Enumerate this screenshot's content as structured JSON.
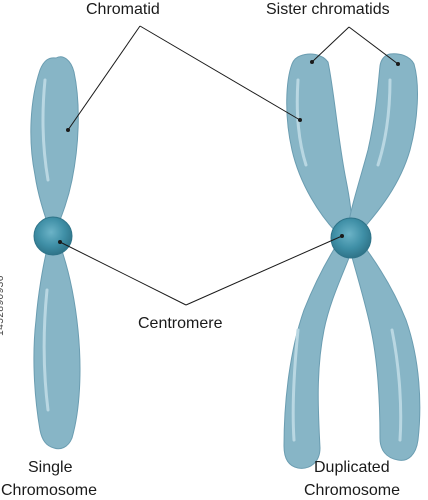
{
  "labels": {
    "chromatid": "Chromatid",
    "sister_chromatids": "Sister chromatids",
    "centromere": "Centromere",
    "single_line1": "Single",
    "single_line2": "Chromosome",
    "duplicated_line1": "Duplicated",
    "duplicated_line2": "Chromosome",
    "image_id": "1452890936"
  },
  "colors": {
    "chromosome_fill": "#87b5c6",
    "chromosome_edge": "#6b9db1",
    "highlight": "#b9d7e2",
    "centromere_fill": "#3f8fa6",
    "centromere_edge": "#2f7489",
    "leader_line": "#1a1a1a"
  }
}
